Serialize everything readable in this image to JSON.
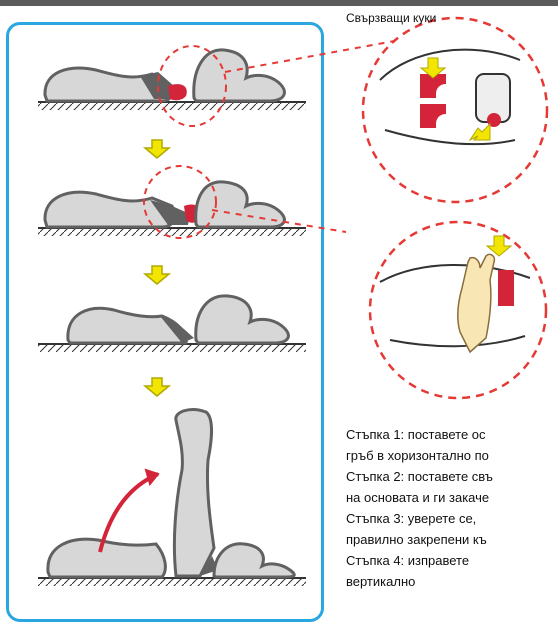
{
  "labels": {
    "hooks": "Свързващи куки"
  },
  "steps": [
    "Стъпка 1: поставете ос",
    "гръб в хоризонтално по",
    "Стъпка 2: поставете свъ",
    "на основата и ги закаче",
    "Стъпка 3: уверете се,",
    "правилно закрепени къ",
    "Стъпка 4: изправете",
    "вертикално"
  ],
  "icons": {
    "arrows": "arrow-down-icon",
    "hand": "hand-icon",
    "curved": "curved-arrow-icon"
  },
  "colors": {
    "panel_border": "#2aa7e0",
    "hook_red": "#d3243a",
    "arrow_yellow": "#f2e600",
    "dashed_red": "#e53935",
    "seat_fill": "#d7d7d7",
    "seat_dark": "#616161"
  }
}
